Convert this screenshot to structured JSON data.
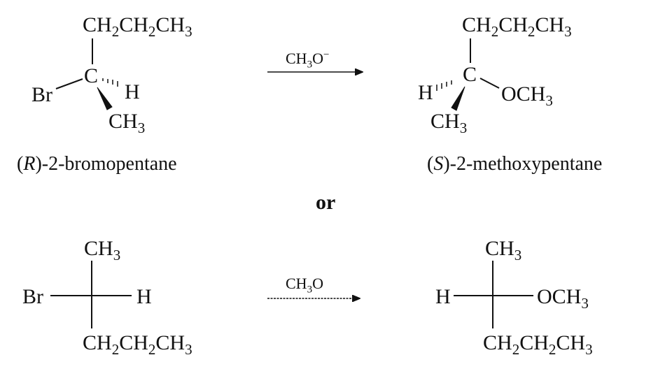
{
  "top_left": {
    "chain": "CH2CH2CH3",
    "center": "C",
    "left": "Br",
    "right": "H",
    "down": "CH3",
    "name_config": "R",
    "name_rest": "-2-bromopentane"
  },
  "top_arrow": {
    "reagent": "CH3O⁻"
  },
  "top_right": {
    "chain": "CH2CH2CH3",
    "center": "C",
    "left": "H",
    "right": "OCH3",
    "down": "CH3",
    "name_config": "S",
    "name_rest": "-2-methoxypentane"
  },
  "separator": "or",
  "bottom_left": {
    "top": "CH3",
    "left": "Br",
    "right": "H",
    "bottom": "CH2CH2CH3"
  },
  "bottom_arrow": {
    "reagent": "CH3O"
  },
  "bottom_right": {
    "top": "CH3",
    "left": "H",
    "right": "OCH3",
    "bottom": "CH2CH2CH3"
  }
}
